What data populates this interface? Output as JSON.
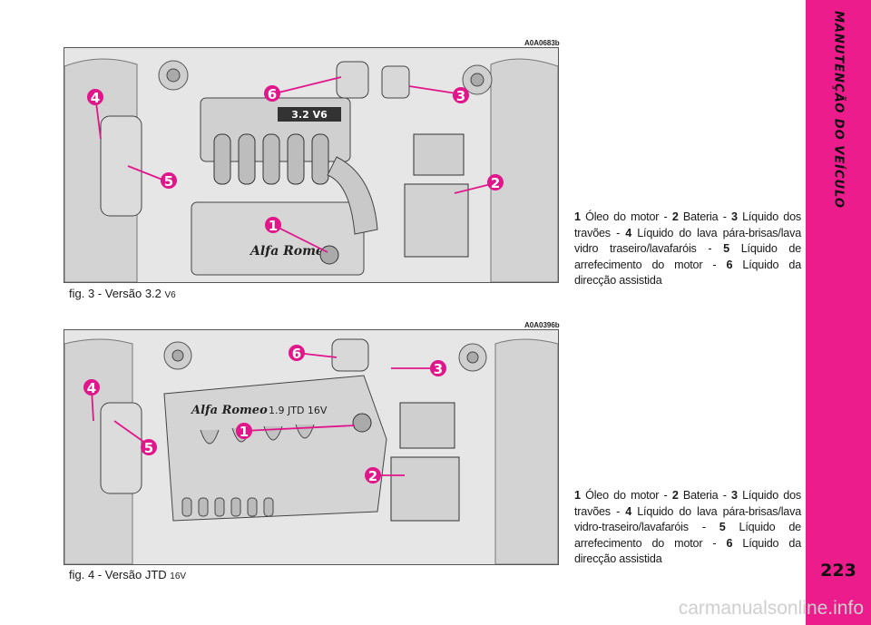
{
  "header": {
    "section_title": "MANUTENÇÃO DO VEÍCULO"
  },
  "page": {
    "number": "223"
  },
  "figures": [
    {
      "code": "A0A0683b",
      "caption_main": "fig. 3 - Versão 3.2 ",
      "caption_small": "V6",
      "engine_badge": "3.2 V6",
      "brand_script": "Alfa Romeo",
      "legend": [
        {
          "num": "1",
          "text": " Óleo do motor - "
        },
        {
          "num": "2",
          "text": " Bateria - "
        },
        {
          "num": "3",
          "text": " Líquido dos travões - "
        },
        {
          "num": "4",
          "text": " Líquido do lava pára-brisas/lava vidro traseiro/lavafaróis - "
        },
        {
          "num": "5",
          "text": " Líquido de arrefecimento do motor - "
        },
        {
          "num": "6",
          "text": " Líquido da direcção assistida"
        }
      ]
    },
    {
      "code": "A0A0396b",
      "caption_main": "fig. 4 - Versão JTD ",
      "caption_small": "16V",
      "engine_badge": "1.9 JTD 16V",
      "brand_script": "Alfa Romeo",
      "legend": [
        {
          "num": "1",
          "text": " Óleo do motor - "
        },
        {
          "num": "2",
          "text": " Bateria - "
        },
        {
          "num": "3",
          "text": " Líquido dos travões - "
        },
        {
          "num": "4",
          "text": " Líquido do lava pára-brisas/lava vidro-traseiro/lavafaróis - "
        },
        {
          "num": "5",
          "text": " Líquido de arrefecimento do motor - "
        },
        {
          "num": "6",
          "text": " Líquido da direcção assistida"
        }
      ]
    }
  ],
  "callouts": [
    "1",
    "2",
    "3",
    "4",
    "5",
    "6"
  ],
  "watermark": "carmanualsonline.info",
  "colors": {
    "accent": "#ec1c8c",
    "callout": "#e0168a"
  }
}
